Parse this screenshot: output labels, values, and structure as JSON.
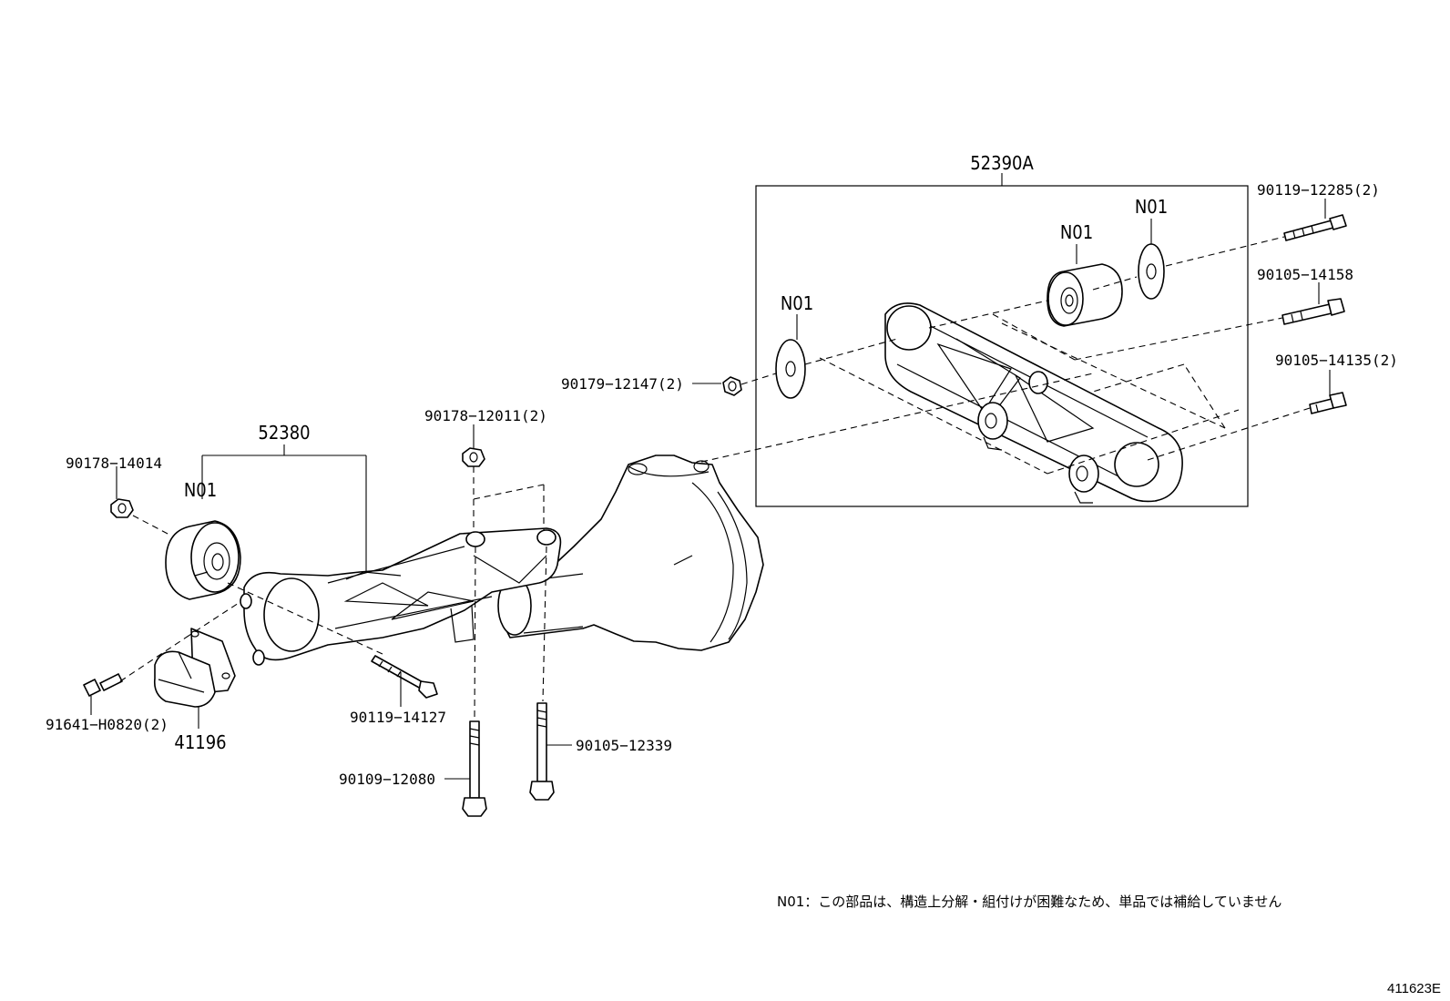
{
  "labels": {
    "group_52390a": "52390A",
    "group_52380": "52380",
    "n01_frame_a": "N01",
    "n01_frame_b": "N01",
    "n01_frame_c": "N01",
    "n01_left": "N01",
    "p_90119_12285": "90119−12285(2)",
    "p_90105_14158": "90105−14158",
    "p_90105_14135": "90105−14135(2)",
    "p_90179_12147": "90179−12147(2)",
    "p_90178_12011": "90178−12011(2)",
    "p_90178_14014": "90178−14014",
    "p_91641_h0820": "91641−H0820(2)",
    "p_41196": "41196",
    "p_90119_14127": "90119−14127",
    "p_90105_12339": "90105−12339",
    "p_90109_12080": "90109−12080"
  },
  "note": "N01：この部品は、構造上分解・組付けが困難なため、単品では補給していません",
  "figure_id": "411623E"
}
